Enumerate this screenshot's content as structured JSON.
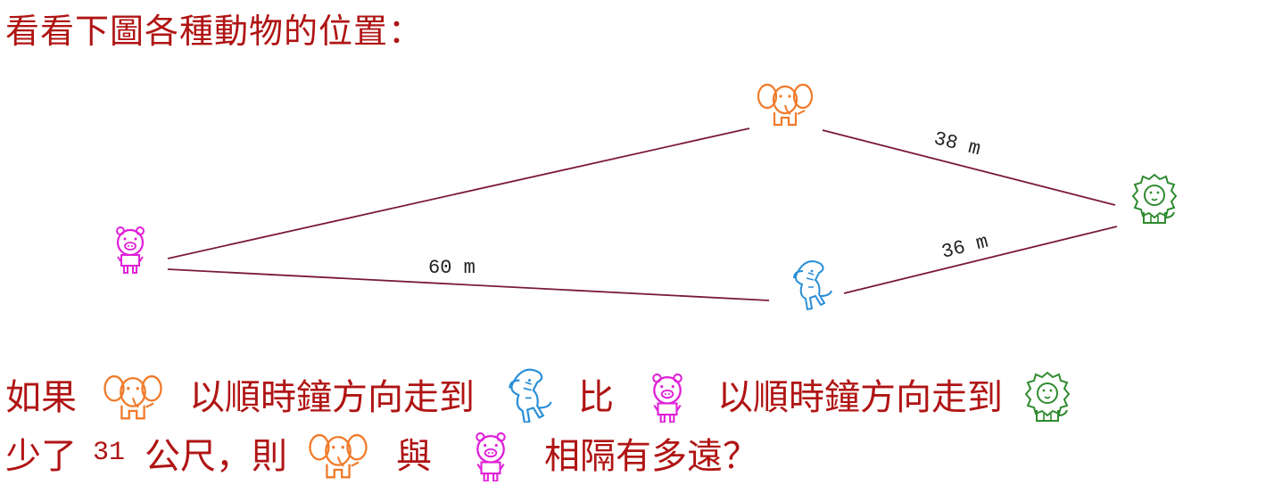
{
  "title": "看看下圖各種動物的位置：",
  "diagram": {
    "animals": [
      "elephant-icon",
      "lion-icon",
      "zebra-icon",
      "pig-icon"
    ],
    "edges": [
      {
        "from": "elephant",
        "to": "lion",
        "label": "38 m"
      },
      {
        "from": "zebra",
        "to": "lion",
        "label": "36 m"
      },
      {
        "from": "pig",
        "to": "zebra",
        "label": "60 m"
      },
      {
        "from": "pig",
        "to": "elephant",
        "label": ""
      }
    ],
    "colors": {
      "elephant": "#f07a2a",
      "lion": "#2e8b2e",
      "zebra": "#2a8fd8",
      "pig": "#e020d8",
      "edge": "#7a1a3a",
      "text": "#b01414"
    }
  },
  "question": {
    "line1": {
      "t1": "如果",
      "t2": "以順時鐘方向走到",
      "t3": "比",
      "t4": "以順時鐘方向走到"
    },
    "line2": {
      "t1": "少了",
      "num": "31",
      "t2": "公尺，則",
      "t3": "與",
      "t4": "相隔有多遠？"
    }
  }
}
